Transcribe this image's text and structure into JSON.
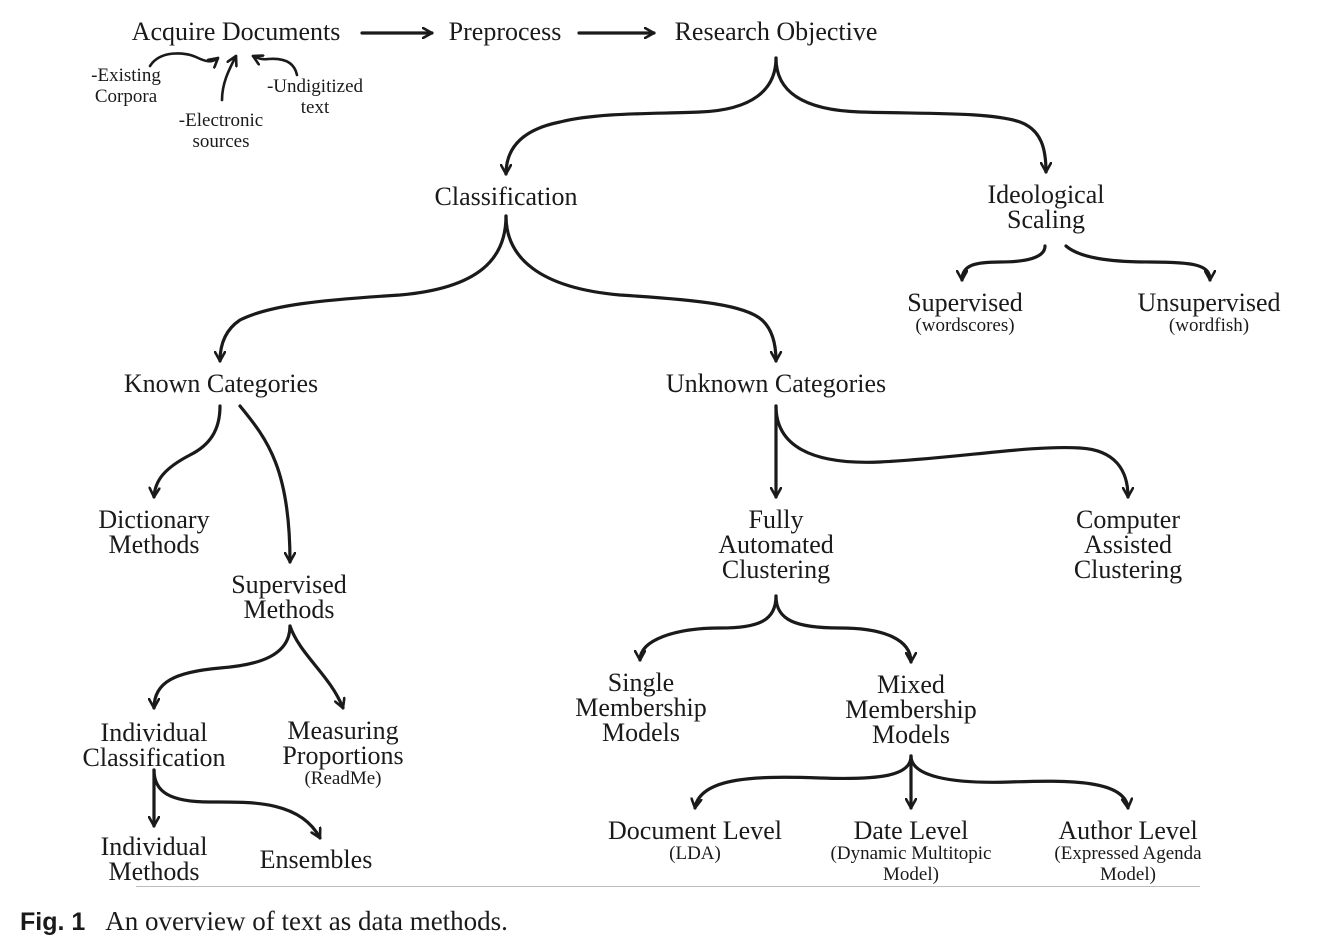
{
  "nodes": {
    "acquire": {
      "lines": [
        "Acquire Documents"
      ]
    },
    "preprocess": {
      "lines": [
        "Preprocess"
      ]
    },
    "research": {
      "lines": [
        "Research Objective"
      ]
    },
    "classification": {
      "lines": [
        "Classification"
      ]
    },
    "ideological": {
      "lines": [
        "Ideological",
        "Scaling"
      ]
    },
    "supervised_scaling": {
      "lines": [
        "Supervised"
      ],
      "sub": [
        "(wordscores)"
      ]
    },
    "unsupervised_scaling": {
      "lines": [
        "Unsupervised"
      ],
      "sub": [
        "(wordfish)"
      ]
    },
    "known": {
      "lines": [
        "Known Categories"
      ]
    },
    "unknown": {
      "lines": [
        "Unknown Categories"
      ]
    },
    "dictionary": {
      "lines": [
        "Dictionary",
        "Methods"
      ]
    },
    "supervised_methods": {
      "lines": [
        "Supervised",
        "Methods"
      ]
    },
    "fully_automated": {
      "lines": [
        "Fully",
        "Automated",
        "Clustering"
      ]
    },
    "computer_assisted": {
      "lines": [
        "Computer",
        "Assisted",
        "Clustering"
      ]
    },
    "single_membership": {
      "lines": [
        "Single",
        "Membership",
        "Models"
      ]
    },
    "mixed_membership": {
      "lines": [
        "Mixed",
        "Membership",
        "Models"
      ]
    },
    "individual_classification": {
      "lines": [
        "Individual",
        "Classification"
      ]
    },
    "measuring_proportions": {
      "lines": [
        "Measuring",
        "Proportions"
      ],
      "sub": [
        "(ReadMe)"
      ]
    },
    "individual_methods": {
      "lines": [
        "Individual",
        "Methods"
      ]
    },
    "ensembles": {
      "lines": [
        "Ensembles"
      ]
    },
    "document_level": {
      "lines": [
        "Document Level"
      ],
      "sub": [
        "(LDA)"
      ]
    },
    "date_level": {
      "lines": [
        "Date Level"
      ],
      "sub": [
        "(Dynamic Multitopic",
        "Model)"
      ]
    },
    "author_level": {
      "lines": [
        "Author Level"
      ],
      "sub": [
        "(Expressed Agenda",
        "Model)"
      ]
    }
  },
  "sources": {
    "existing": [
      "-Existing",
      "Corpora"
    ],
    "electronic": [
      "-Electronic",
      "sources"
    ],
    "undigitized": [
      "-Undigitized",
      "text"
    ]
  },
  "caption": {
    "label": "Fig. 1",
    "text": "An overview of text as data methods."
  },
  "colors": {
    "ink": "#1a1a1a",
    "rule": "#bdbdbd"
  }
}
